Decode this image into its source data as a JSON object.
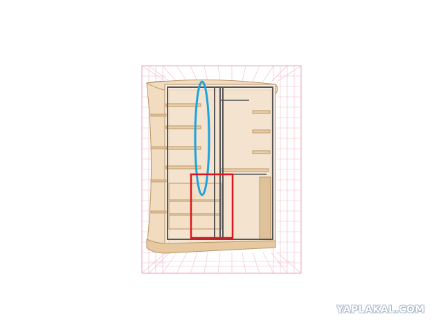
{
  "watermark": {
    "text": "YAPLAKAL.COM"
  },
  "colors": {
    "grid": "#f0b7c6",
    "grid_strong": "#e48aa0",
    "wood": "#f1dcc0",
    "wood_dark": "#d9bd97",
    "wood_edge": "#b99566",
    "frame": "#555555",
    "highlight_blue": "#1aa3e0",
    "highlight_red": "#e0141e"
  },
  "annotations": [
    {
      "shape": "ellipse",
      "color": "blue"
    },
    {
      "shape": "rectangle",
      "color": "red"
    }
  ]
}
